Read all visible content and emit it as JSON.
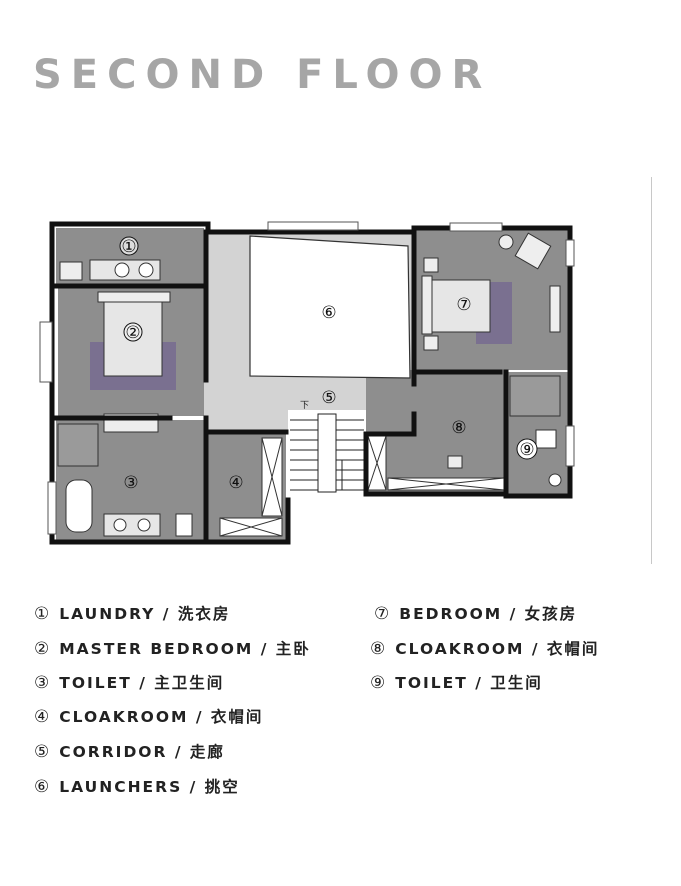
{
  "header": {
    "title": "SECOND FLOOR"
  },
  "rooms": [
    {
      "num": "①",
      "label": "LAUNDRY / 洗衣房"
    },
    {
      "num": "②",
      "label": "MASTER BEDROOM / 主卧"
    },
    {
      "num": "③",
      "label": "TOILET / 主卫生间"
    },
    {
      "num": "④",
      "label": "CLOAKROOM / 衣帽间"
    },
    {
      "num": "⑤",
      "label": "CORRIDOR / 走廊"
    },
    {
      "num": "⑥",
      "label": "LAUNCHERS / 挑空"
    },
    {
      "num": "⑦",
      "label": "BEDROOM / 女孩房"
    },
    {
      "num": "⑧",
      "label": "CLOAKROOM / 衣帽间"
    },
    {
      "num": "⑨",
      "label": "TOILET / 卫生间"
    }
  ],
  "plan": {
    "stair_mark": "下"
  },
  "colors": {
    "wall": "#111111",
    "room": "#8e8e8e",
    "corridor": "#d3d3d3",
    "void": "#ffffff",
    "rug": "#7a7090",
    "title": "#a6a6a6"
  }
}
